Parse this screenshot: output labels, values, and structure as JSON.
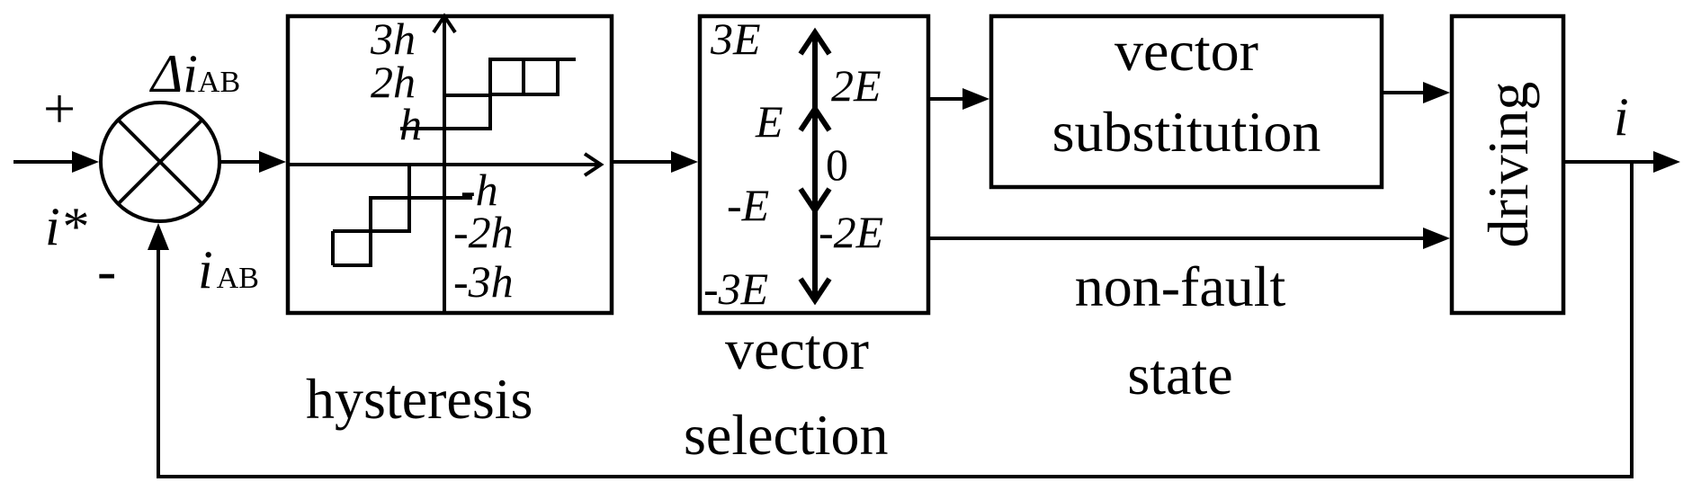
{
  "summing_junction": {
    "plus_sign": "+",
    "minus_sign": "-",
    "reference_symbol": "i*",
    "error_symbol": "Δi",
    "error_subscript": "AB",
    "feedback_symbol": "i",
    "feedback_subscript": "AB"
  },
  "hysteresis_block": {
    "caption": "hysteresis",
    "levels_positive": [
      "3h",
      "2h",
      "h"
    ],
    "levels_negative": [
      "-h",
      "-2h",
      "-3h"
    ]
  },
  "vector_selection_block": {
    "caption_line1": "vector",
    "caption_line2": "selection",
    "left_labels": [
      "3E",
      "E",
      "-E",
      "-3E"
    ],
    "right_labels": [
      "2E",
      "0",
      "-2E"
    ]
  },
  "substitution_block": {
    "line1": "vector",
    "line2": "substitution"
  },
  "non_fault_path": {
    "line1": "non-fault",
    "line2": "state"
  },
  "driving_block": {
    "label": "driving"
  },
  "output": {
    "symbol": "i"
  }
}
